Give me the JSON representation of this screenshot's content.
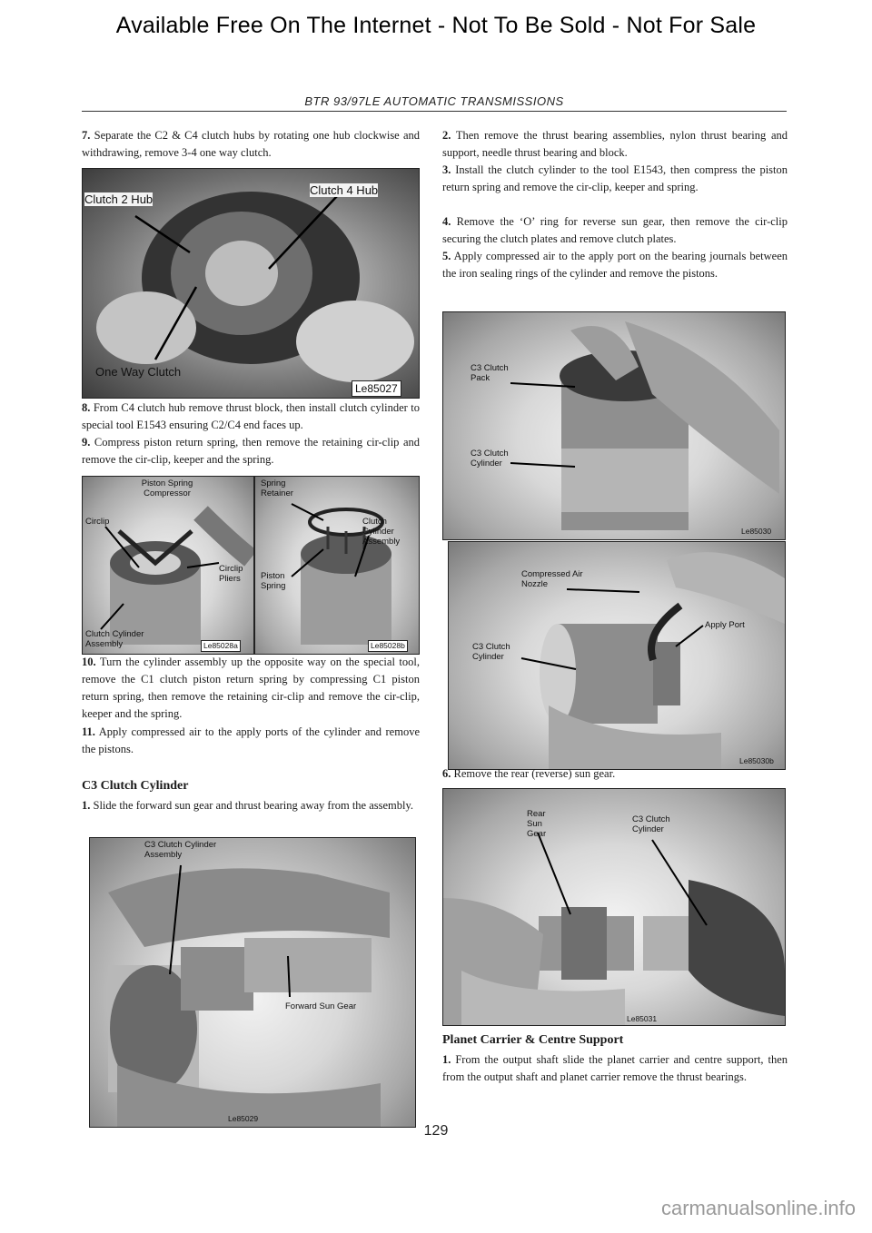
{
  "banner": "Available Free On The Internet - Not To Be Sold - Not For Sale",
  "header": "BTR 93/97LE AUTOMATIC TRANSMISSIONS",
  "left": {
    "step7_num": "7.",
    "step7": "Separate the C2 & C4 clutch hubs by rotating one hub clockwise and withdrawing, remove 3-4 one way clutch.",
    "fig1": {
      "label_c2": "Clutch 2 Hub",
      "label_c4": "Clutch 4 Hub",
      "label_owc": "One Way Clutch",
      "ref": "Le85027"
    },
    "step8_num": "8.",
    "step8": "From C4 clutch hub remove thrust block, then install clutch cylinder to special tool E1543 ensuring C2/C4 end faces up.",
    "step9_num": "9.",
    "step9": "Compress piston return spring, then remove the retaining cir-clip and remove the cir-clip, keeper and the spring.",
    "fig2": {
      "label_piston_spring_compressor": "Piston Spring Compressor",
      "label_circlip": "Circlip",
      "label_circlip_pliers": "Circlip Pliers",
      "label_clutch_cyl_assembly": "Clutch Cylinder Assembly",
      "ref_left": "Le85028a",
      "label_spring_retainer": "Spring Retainer",
      "label_clutch_cylinder_assembly": "Clutch Cylinder Assembly",
      "label_piston_spring": "Piston Spring",
      "ref_right": "Le85028b"
    },
    "step10_num": "10.",
    "step10": "Turn the cylinder assembly up the opposite way on the special tool, remove the C1 clutch piston return spring by compressing C1 piston return spring, then remove the retaining cir-clip and remove the cir-clip, keeper and the spring.",
    "step11_num": "11.",
    "step11": "Apply compressed air to the apply ports of the cylinder and remove the pistons.",
    "section_c3": "C3 Clutch Cylinder",
    "c3_step1_num": "1.",
    "c3_step1": "Slide the forward sun gear and thrust bearing away from the assembly.",
    "fig3": {
      "label_assembly": "C3 Clutch Cylinder Assembly",
      "label_fsg": "Forward Sun Gear",
      "ref": "Le85029"
    }
  },
  "right": {
    "step2_num": "2.",
    "step2": "Then remove the thrust bearing assemblies, nylon thrust bearing and support, needle thrust bearing and block.",
    "step3_num": "3.",
    "step3": "Install the clutch cylinder to the tool E1543, then compress the piston return spring and remove the cir-clip, keeper and spring.",
    "step4_num": "4.",
    "step4": "Remove the ‘O’ ring for reverse sun gear, then remove the cir-clip securing the clutch plates and remove clutch plates.",
    "step5_num": "5.",
    "step5": "Apply compressed air to the apply port on the bearing journals between the iron sealing rings of the cylinder and remove the pistons.",
    "fig4": {
      "label_pack": "C3 Clutch Pack",
      "label_cyl": "C3 Clutch Cylinder",
      "ref": "Le85030"
    },
    "fig5": {
      "label_nozzle": "Compressed Air Nozzle",
      "label_port": "Apply Port",
      "label_cyl": "C3 Clutch Cylinder",
      "ref": "Le85030b"
    },
    "step6_num": "6.",
    "step6": "Remove the rear (reverse) sun gear.",
    "fig6": {
      "label_rsg": "Rear Sun Gear",
      "label_cyl": "C3 Clutch Cylinder",
      "ref": "Le85031"
    },
    "section_planet": "Planet Carrier & Centre Support",
    "p_step1_num": "1.",
    "p_step1": "From the output shaft slide the planet carrier and centre support, then from the output shaft and planet carrier remove the thrust bearings."
  },
  "page_number": "129",
  "footer": "carmanualsonline.info"
}
